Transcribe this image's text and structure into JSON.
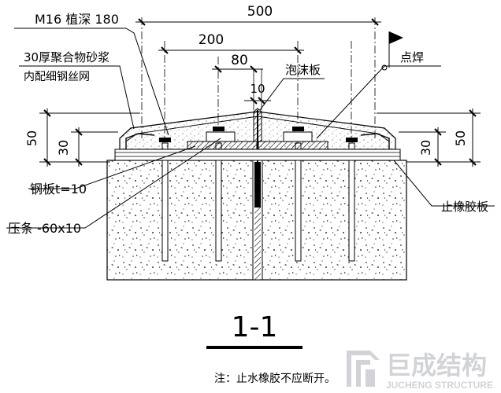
{
  "dimensions": {
    "total_width": "500",
    "bolt_spacing": "200",
    "bolt_offset": "80",
    "gap": "10",
    "height_left_outer": "50",
    "height_left_inner": "30",
    "height_right_inner": "30",
    "height_right_outer": "50"
  },
  "labels": {
    "anchor_bolt": "M16 植深 180",
    "mortar_line1": "30厚聚合物砂浆",
    "mortar_line2": "内配细钢丝网",
    "foam_board": "泡沫板",
    "spot_weld": "点焊",
    "steel_plate": "钢板t=10",
    "press_strip": "压条 -60x10",
    "waterstop": "止橡胶板"
  },
  "section_title": "1-1",
  "note": "注：止水橡胶不应断开。",
  "watermark": {
    "brand": "巨成结构",
    "brand_en": "JUCHENG STRUCTURE"
  },
  "colors": {
    "line": "#000000",
    "watermark": "#c9ccd1"
  }
}
